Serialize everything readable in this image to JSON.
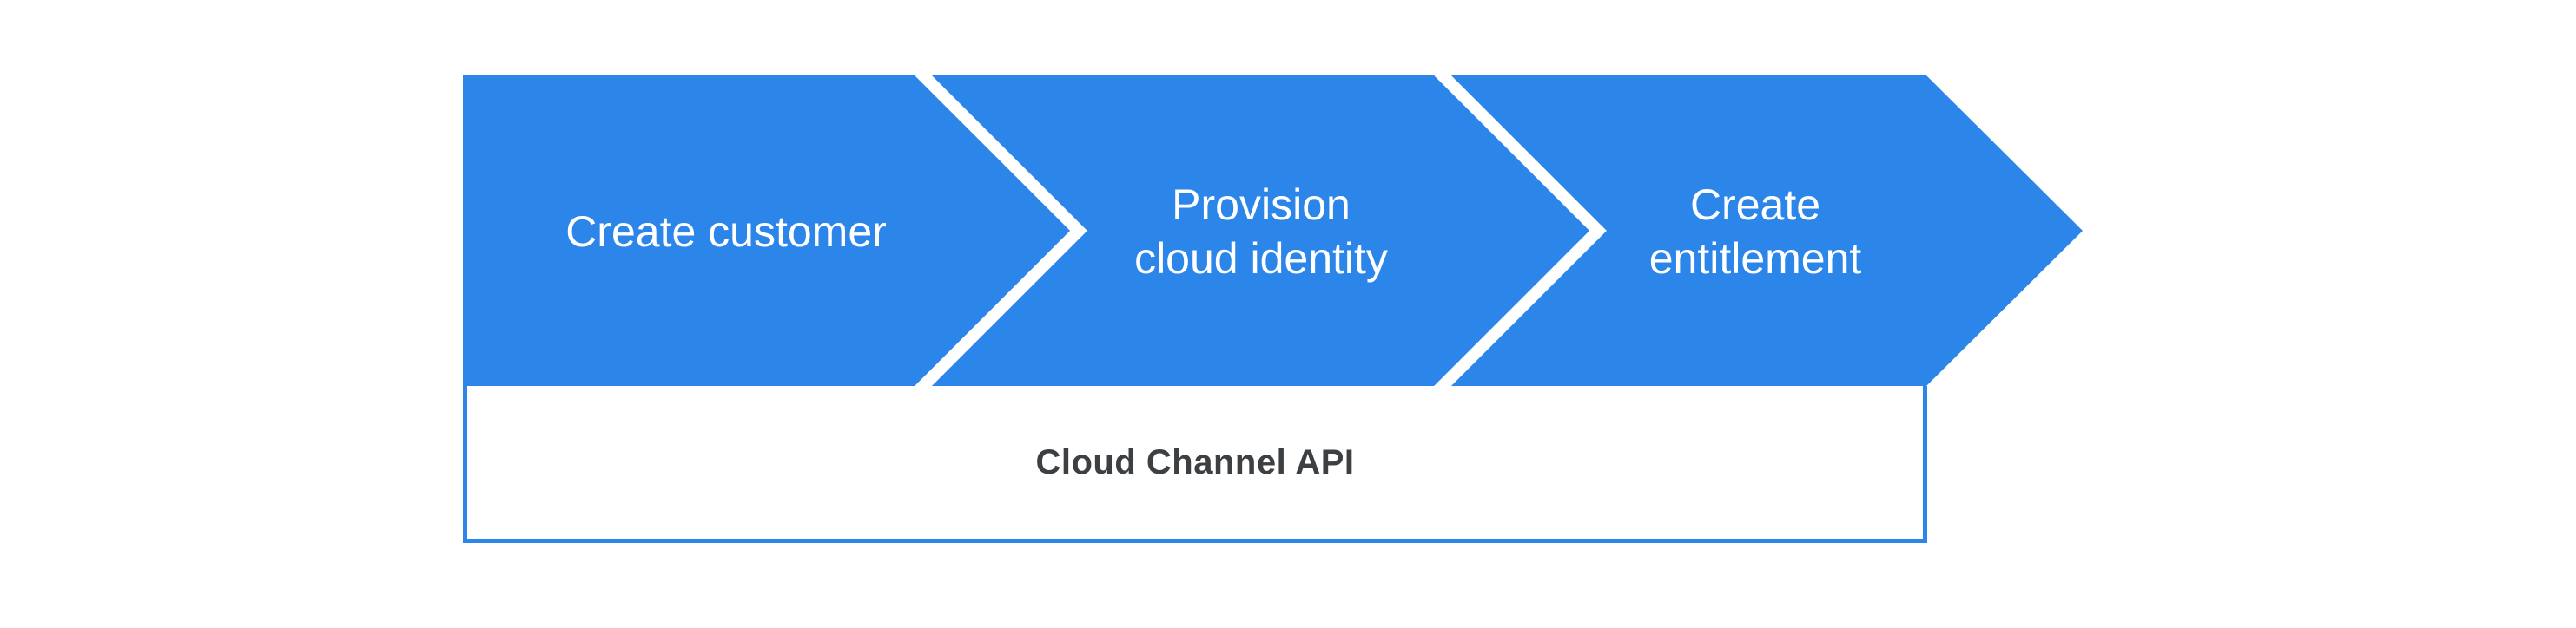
{
  "diagram": {
    "colors": {
      "background": "#ffffff",
      "accent-blue": "#2c86ea",
      "text-dark": "#3c4043"
    },
    "steps": [
      {
        "lines": [
          "Create customer"
        ]
      },
      {
        "lines": [
          "Provision",
          "cloud identity"
        ]
      },
      {
        "lines": [
          "Create",
          "entitlement"
        ]
      }
    ],
    "api_bar": {
      "label": "Cloud Channel API"
    }
  }
}
